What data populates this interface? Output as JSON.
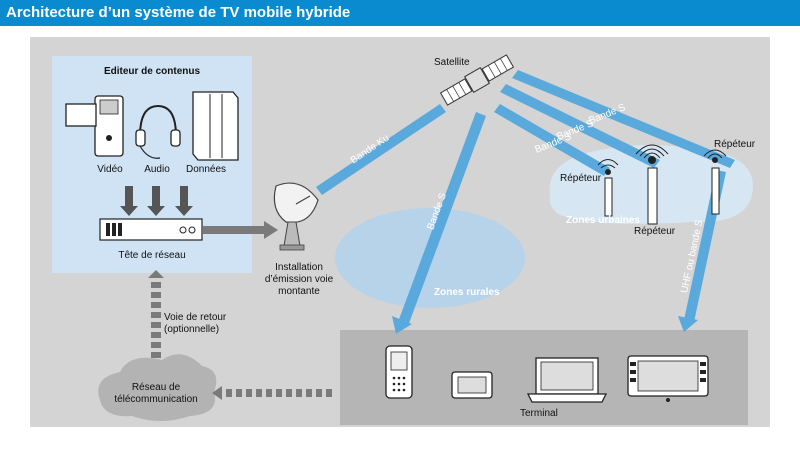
{
  "title": "Architecture d’un système de TV mobile hybride",
  "colors": {
    "accent": "#0a8bd0",
    "panel": "#d4d4d4",
    "content_box": "#cfe3f5",
    "beam": "#5aa9dc",
    "zone": "#b7d3ea"
  },
  "content_editor": {
    "heading": "Editeur de contenus",
    "video_label": "Vidéo",
    "audio_label": "Audio",
    "data_label": "Données",
    "head_end_label": "Tête de réseau"
  },
  "uplink_label": [
    "Installation",
    "d’émission voie",
    "montante"
  ],
  "satellite_label": "Satellite",
  "bands": {
    "ku": "Bande Ku",
    "s": "Bande S",
    "uhf_s": "UHF ou bande S"
  },
  "repeater_label": "Répéteur",
  "zones": {
    "urban": "Zones urbaines",
    "rural": "Zones rurales"
  },
  "return_path_label": [
    "Voie de retour",
    "(optionnelle)"
  ],
  "telecom_label": [
    "Réseau de",
    "télécommunication"
  ],
  "terminal_label": "Terminal"
}
